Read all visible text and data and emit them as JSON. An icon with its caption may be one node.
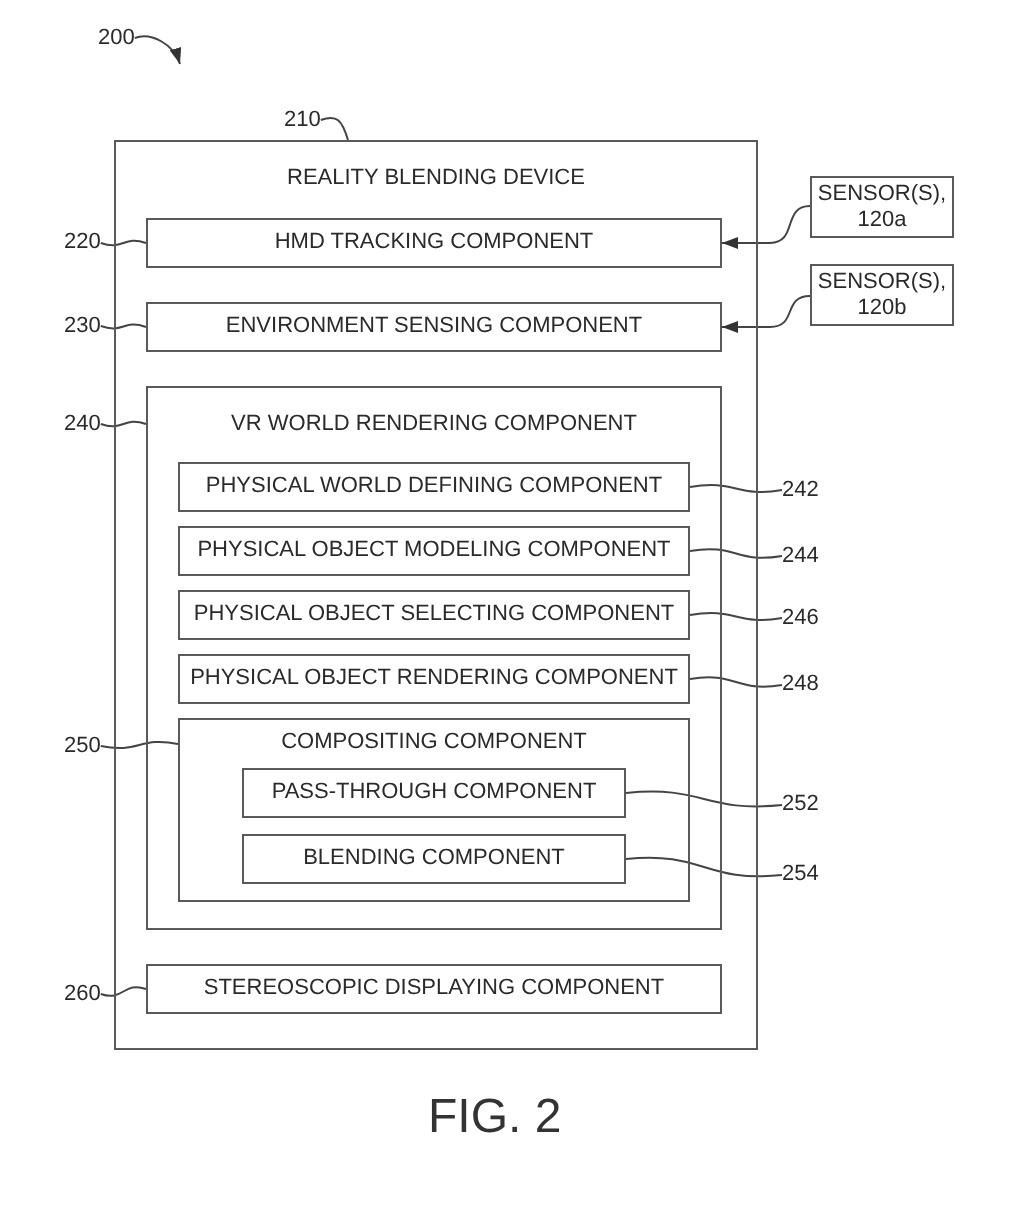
{
  "diagram": {
    "caption": "FIG. 2",
    "nodes": [
      {
        "text": [
          "200"
        ]
      },
      {
        "text": [
          "210"
        ]
      },
      {
        "text": [
          "REALITY BLENDING DEVICE"
        ]
      },
      {
        "text": [
          "220"
        ]
      },
      {
        "text": [
          "HMD TRACKING COMPONENT"
        ],
        "in": 2
      },
      {
        "text": [
          "SENSOR(S), 120a"
        ]
      },
      {
        "text": [
          "230"
        ]
      },
      {
        "text": [
          "ENVIRONMENT SENSING COMPONENT"
        ],
        "in": 2
      },
      {
        "text": [
          "SENSOR(S), 120b"
        ]
      },
      {
        "text": [
          "240"
        ]
      },
      {
        "text": [
          "VR WORLD RENDERING COMPONENT"
        ],
        "in": 2
      },
      {
        "text": [
          "PHYSICAL WORLD DEFINING COMPONENT"
        ],
        "in": 10
      },
      {
        "text": [
          "242"
        ]
      },
      {
        "text": [
          "PHYSICAL OBJECT MODELING COMPONENT"
        ],
        "in": 10
      },
      {
        "text": [
          "244"
        ]
      },
      {
        "text": [
          "PHYSICAL OBJECT SELECTING COMPONENT"
        ],
        "in": 10
      },
      {
        "text": [
          "246"
        ]
      },
      {
        "text": [
          "PHYSICAL OBJECT RENDERING COMPONENT"
        ],
        "in": 10
      },
      {
        "text": [
          "248"
        ]
      },
      {
        "text": [
          "250"
        ]
      },
      {
        "text": [
          "COMPOSITING COMPONENT"
        ],
        "in": 10
      },
      {
        "text": [
          "PASS-THROUGH COMPONENT"
        ],
        "in": 20
      },
      {
        "text": [
          "252"
        ]
      },
      {
        "text": [
          "BLENDING COMPONENT"
        ],
        "in": 20
      },
      {
        "text": [
          "254"
        ]
      },
      {
        "text": [
          "260"
        ]
      },
      {
        "text": [
          "STEREOSCOPIC DISPLAYING COMPONENT"
        ],
        "in": 2
      }
    ],
    "edges": [
      {
        "from": 0,
        "to": null,
        "arrow": "to"
      },
      {
        "from": 1,
        "to": 2,
        "arrow": "none"
      },
      {
        "from": 3,
        "to": 4,
        "arrow": "none"
      },
      {
        "from": 5,
        "to": 4,
        "arrow": "to"
      },
      {
        "from": 6,
        "to": 7,
        "arrow": "none"
      },
      {
        "from": 8,
        "to": 7,
        "arrow": "to"
      },
      {
        "from": 9,
        "to": 10,
        "arrow": "none"
      },
      {
        "from": 12,
        "to": 11,
        "arrow": "none"
      },
      {
        "from": 14,
        "to": 13,
        "arrow": "none"
      },
      {
        "from": 16,
        "to": 15,
        "arrow": "none"
      },
      {
        "from": 18,
        "to": 17,
        "arrow": "none"
      },
      {
        "from": 19,
        "to": 20,
        "arrow": "none"
      },
      {
        "from": 22,
        "to": 21,
        "arrow": "none"
      },
      {
        "from": 24,
        "to": 23,
        "arrow": "none"
      },
      {
        "from": 25,
        "to": 26,
        "arrow": "none"
      }
    ]
  }
}
